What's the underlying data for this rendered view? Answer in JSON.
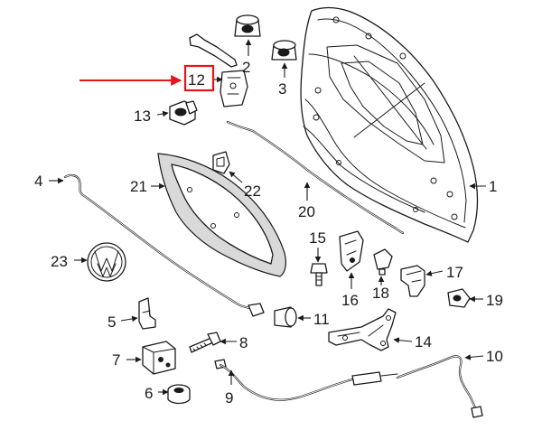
{
  "callouts": [
    {
      "id": "1",
      "text": "1"
    },
    {
      "id": "2",
      "text": "2"
    },
    {
      "id": "3",
      "text": "3"
    },
    {
      "id": "4",
      "text": "4"
    },
    {
      "id": "5",
      "text": "5"
    },
    {
      "id": "6",
      "text": "6"
    },
    {
      "id": "7",
      "text": "7"
    },
    {
      "id": "8",
      "text": "8"
    },
    {
      "id": "9",
      "text": "9"
    },
    {
      "id": "10",
      "text": "10"
    },
    {
      "id": "11",
      "text": "11"
    },
    {
      "id": "12",
      "text": "12"
    },
    {
      "id": "13",
      "text": "13"
    },
    {
      "id": "14",
      "text": "14"
    },
    {
      "id": "15",
      "text": "15"
    },
    {
      "id": "16",
      "text": "16"
    },
    {
      "id": "17",
      "text": "17"
    },
    {
      "id": "18",
      "text": "18"
    },
    {
      "id": "19",
      "text": "19"
    },
    {
      "id": "20",
      "text": "20"
    },
    {
      "id": "21",
      "text": "21"
    },
    {
      "id": "22",
      "text": "22"
    },
    {
      "id": "23",
      "text": "23"
    }
  ],
  "highlight": {
    "callout": "12",
    "box_color": "#e8141b",
    "arrow_color": "#e8141b"
  },
  "colors": {
    "line": "#1a1a1a",
    "background": "#ffffff"
  }
}
